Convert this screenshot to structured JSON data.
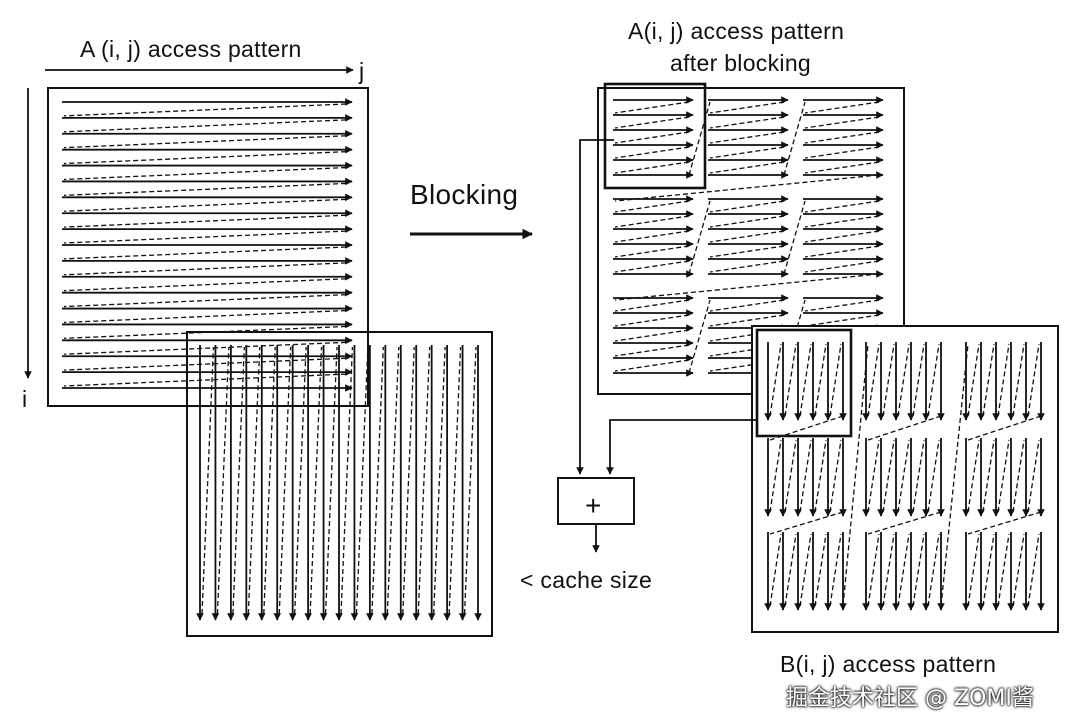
{
  "labels": {
    "a_title": "A (i, j) access pattern",
    "j_axis": "j",
    "i_axis": "i",
    "blocking": "Blocking",
    "a_blocked_line1": "A(i, j) access pattern",
    "a_blocked_line2": "after blocking",
    "plus": "+",
    "cache_size": "< cache size",
    "b_title": "B(i, j) access pattern"
  },
  "watermark": "掘金技术社区 @ ZOMI酱",
  "colors": {
    "ink": "#111111",
    "background": "#ffffff"
  }
}
